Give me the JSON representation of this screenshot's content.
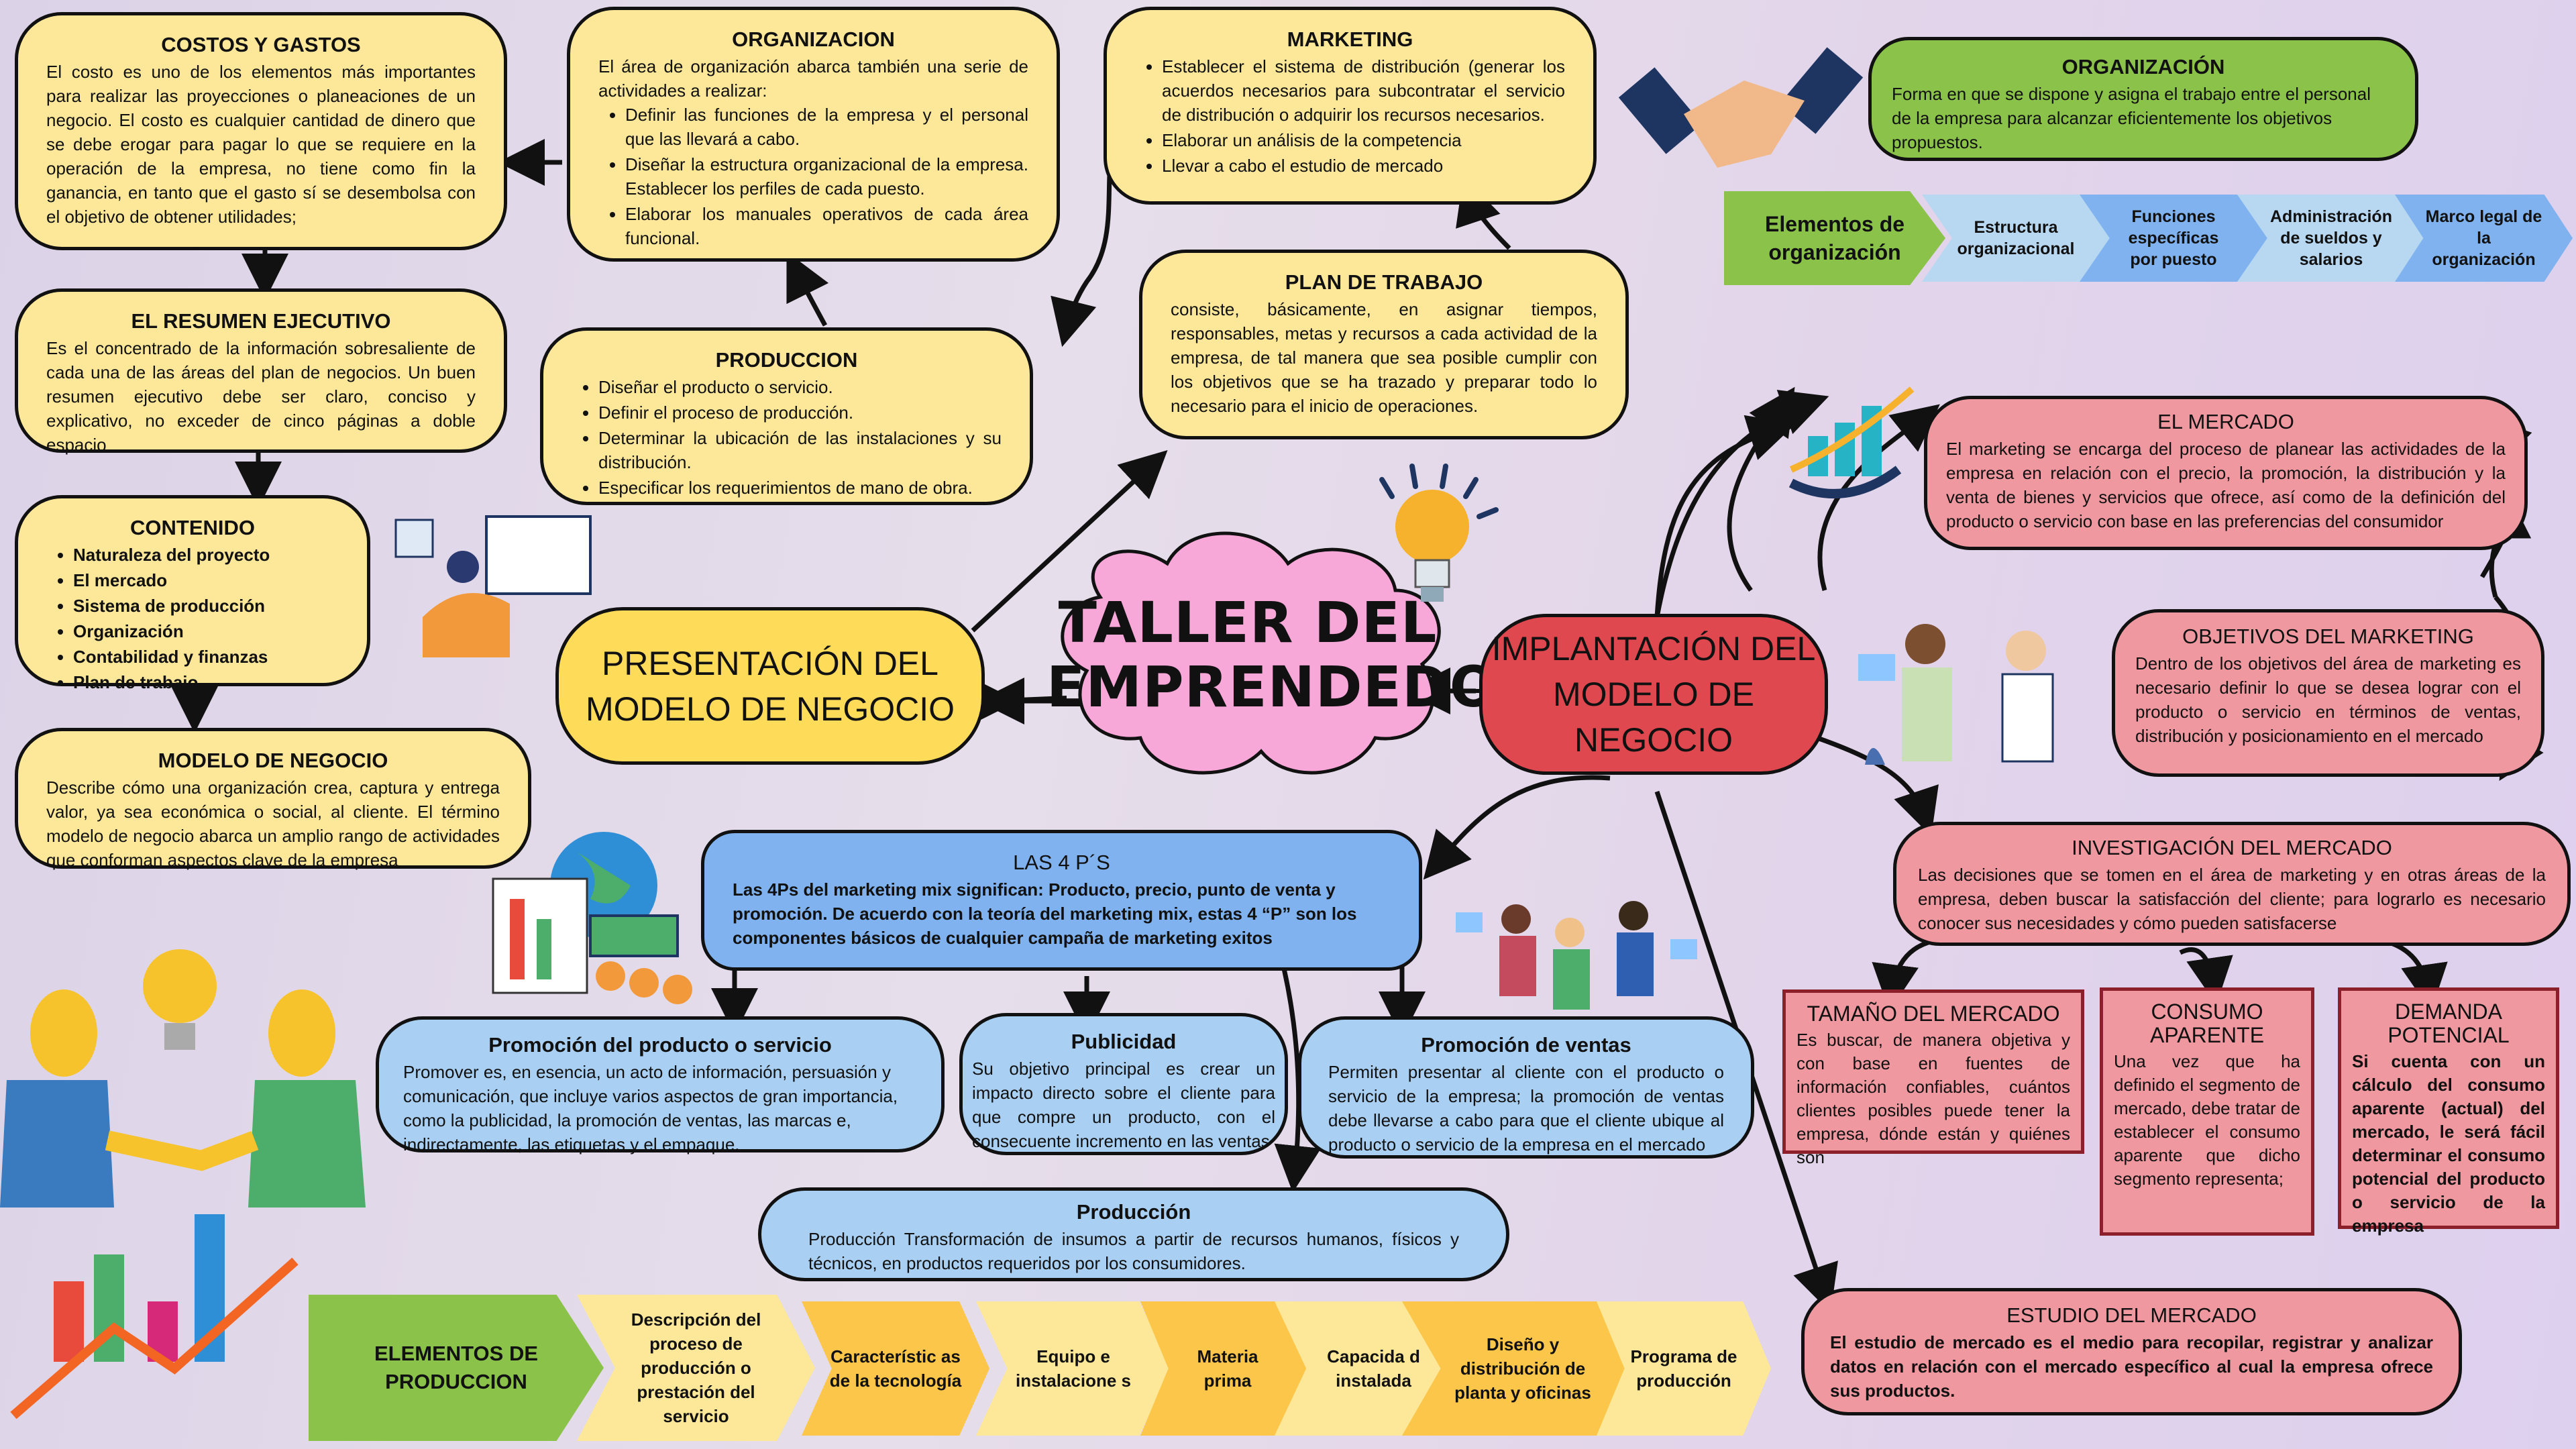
{
  "title": "TALLER DEL EMPRENDEDOR",
  "presentacion": "PRESENTACIÓN DEL MODELO DE NEGOCIO",
  "implantacion": "IMPLANTACIÓN DEL MODELO DE NEGOCIO",
  "costos": {
    "title": "COSTOS Y GASTOS",
    "text": "El costo es uno de los elementos más importantes para realizar las proyecciones o planeaciones de un negocio. El costo es cualquier cantidad de dinero que se debe erogar para pagar lo que se requiere en la operación de la empresa, no tiene como fin la ganancia, en tanto que el gasto sí se desembolsa con el objetivo de obtener utilidades;"
  },
  "resumen": {
    "title": "EL RESUMEN EJECUTIVO",
    "text": "Es el concentrado de la información sobresaliente de cada una de las áreas del plan de negocios. Un buen resumen ejecutivo debe ser claro, conciso y explicativo, no exceder de cinco páginas a doble espacio"
  },
  "contenido": {
    "title": "CONTENIDO",
    "items": [
      "Naturaleza del proyecto",
      "El mercado",
      "Sistema de producción",
      "Organización",
      "Contabilidad y finanzas",
      "Plan de trabajo"
    ]
  },
  "modelo": {
    "title": "MODELO DE NEGOCIO",
    "text": "Describe cómo una organización crea, captura y entrega valor, ya sea económica o social, al cliente. El término modelo de negocio abarca un amplio rango de actividades que conforman aspectos clave de la empresa"
  },
  "organizacion": {
    "title": "ORGANIZACION",
    "intro": "El área de organización abarca también una serie de actividades a realizar:",
    "items": [
      "Definir las funciones de la empresa y el personal que las llevará a cabo.",
      "Diseñar la estructura organizacional de la empresa. Establecer los perfiles de cada puesto.",
      "Elaborar los manuales operativos de cada área funcional."
    ]
  },
  "produccion": {
    "title": "PRODUCCION",
    "items": [
      "Diseñar el producto o servicio.",
      "Definir el proceso de producción.",
      "Determinar la ubicación de las instalaciones y su distribución.",
      "Especificar los requerimientos de mano de obra."
    ]
  },
  "marketing": {
    "title": "MARKETING",
    "items": [
      "Establecer el sistema de distribución (generar los acuerdos necesarios para subcontratar el servicio de distribución o adquirir los recursos necesarios.",
      "Elaborar un análisis de la competencia",
      "Llevar a cabo el estudio de mercado"
    ]
  },
  "plan": {
    "title": "PLAN DE TRABAJO",
    "text": "consiste, básicamente, en asignar tiempos, responsables, metas y recursos a cada actividad de la empresa, de tal manera que sea posible cumplir con los objetivos que se ha trazado y preparar todo lo necesario para el inicio de operaciones."
  },
  "org2": {
    "title": "ORGANIZACIÓN",
    "text": "Forma en que se dispone y asigna el trabajo entre el personal de la empresa para alcanzar eficientemente los objetivos propuestos."
  },
  "elementos_org": [
    "Elementos de organización",
    "Estructura organizacional",
    "Funciones específicas por puesto",
    "Administración de sueldos y salarios",
    "Marco legal de la organización"
  ],
  "mercado": {
    "title": "EL MERCADO",
    "text": "El marketing se encarga del proceso de planear las actividades de la empresa en relación con el precio, la promoción, la distribución y la venta de bienes y servicios que ofrece, así como de la definición del producto o servicio con base en las preferencias del consumidor"
  },
  "objetivos": {
    "title": "OBJETIVOS DEL MARKETING",
    "text": "Dentro de los objetivos del área de marketing es necesario definir lo que se desea lograr con el producto o servicio en términos de ventas, distribución y posicionamiento en el mercado"
  },
  "investigacion": {
    "title": "INVESTIGACIÓN DEL MERCADO",
    "text": "Las decisiones que se tomen en el área de marketing y en otras áreas de la empresa, deben buscar la satisfacción del cliente; para lograrlo es necesario conocer sus necesidades y cómo pueden satisfacerse"
  },
  "tamano": {
    "title": "TAMAÑO DEL MERCADO",
    "text": "Es buscar, de manera objetiva y con base en fuentes de información confiables, cuántos clientes posibles puede tener la empresa, dónde están y quiénes son"
  },
  "consumo": {
    "title": "CONSUMO APARENTE",
    "text": "Una vez que ha definido el segmento de mercado, debe tratar de establecer el consumo aparente que dicho segmento representa;"
  },
  "demanda": {
    "title": "DEMANDA POTENCIAL",
    "text": "Si cuenta con un cálculo del consumo aparente (actual) del mercado, le será fácil determinar el consumo potencial del producto o servicio de la empresa"
  },
  "estudio": {
    "title": "ESTUDIO DEL MERCADO",
    "text": "El estudio de mercado es el medio para recopilar, registrar y analizar datos en relación con el mercado específico al cual la empresa ofrece sus productos."
  },
  "cuatrop": {
    "title": "LAS 4 P´S",
    "text": "Las 4Ps del marketing mix significan: Producto, precio, punto de venta y promoción. De acuerdo con la teoría del marketing mix, estas 4 “P” son los componentes básicos de cualquier campaña de marketing exitos"
  },
  "promocion": {
    "title": "Promoción del producto o servicio",
    "text": "Promover es, en esencia, un acto de información, persuasión y comunicación, que incluye varios aspectos de gran importancia, como la publicidad, la promoción de ventas, las marcas e, indirectamente, las etiquetas y el empaque."
  },
  "publicidad": {
    "title": "Publicidad",
    "text": "Su objetivo principal es crear un impacto directo sobre el cliente para que compre un producto, con el consecuente incremento en las ventas"
  },
  "ventas": {
    "title": "Promoción de ventas",
    "text": "Permiten presentar al cliente con el producto o servicio de la empresa; la promoción de ventas debe llevarse a cabo para que el cliente ubique al producto o servicio de la empresa en el mercado"
  },
  "produccion2": {
    "title": "Producción",
    "text": "Producción Transformación de insumos a partir de recursos humanos, físicos y técnicos, en productos requeridos por los consumidores."
  },
  "elementos_prod": [
    "ELEMENTOS DE PRODUCCION",
    "Descripción del proceso de producción o prestación del servicio",
    "Característic as de la tecnología",
    "Equipo e instalacione s",
    "Materia prima",
    "Capacida d instalada",
    "Diseño y distribución de planta y oficinas",
    "Programa de producción"
  ]
}
